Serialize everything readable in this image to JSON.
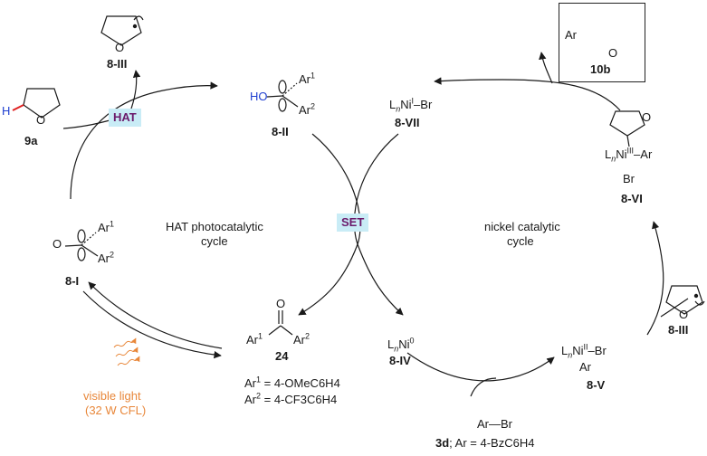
{
  "compounds": {
    "c9a": "9a",
    "c8III_top": "8-III",
    "c8II": "8-II",
    "c8I": "8-I",
    "c24": "24",
    "c8VII": "8-VII",
    "c8IV": "8-IV",
    "c8V": "8-V",
    "c8VI": "8-VI",
    "c8III_right": "8-III",
    "c10b": "10b",
    "c3d": "3d"
  },
  "reagents": {
    "hat": "HAT",
    "set": "SET",
    "ar_br": "Ar—Br",
    "ar_def_3d": "; Ar = 4-BzC6H4"
  },
  "cycles": {
    "hat_line1": "HAT photocatalytic",
    "hat_line2": "cycle",
    "ni_line1": "nickel catalytic",
    "ni_line2": "cycle"
  },
  "light": {
    "line1": "visible light",
    "line2": "(32 W CFL)"
  },
  "definitions": {
    "ar1_label": "Ar",
    "ar1_sup": "1",
    "ar1_value": " = 4-OMeC6H4",
    "ar2_label": "Ar",
    "ar2_sup": "2",
    "ar2_value": " = 4-CF3C6H4"
  },
  "atoms": {
    "H": "H",
    "O": "O",
    "HO": "HO",
    "Ar": "Ar",
    "Br": "Br",
    "L": "L",
    "n": "n",
    "Ni": "Ni",
    "ox_I": "I",
    "ox_0": "0",
    "ox_II": "II",
    "ox_III": "III",
    "sup1": "1",
    "sup2": "2",
    "bond_br": "–Br",
    "bond_ar": "–Ar"
  },
  "colors": {
    "hat_box_bg": "#c9ecf6",
    "hat_text": "#6b1a6b",
    "light": "#e8873a",
    "hydrogen": "#1f3fd0",
    "new_bond": "#e02020"
  }
}
